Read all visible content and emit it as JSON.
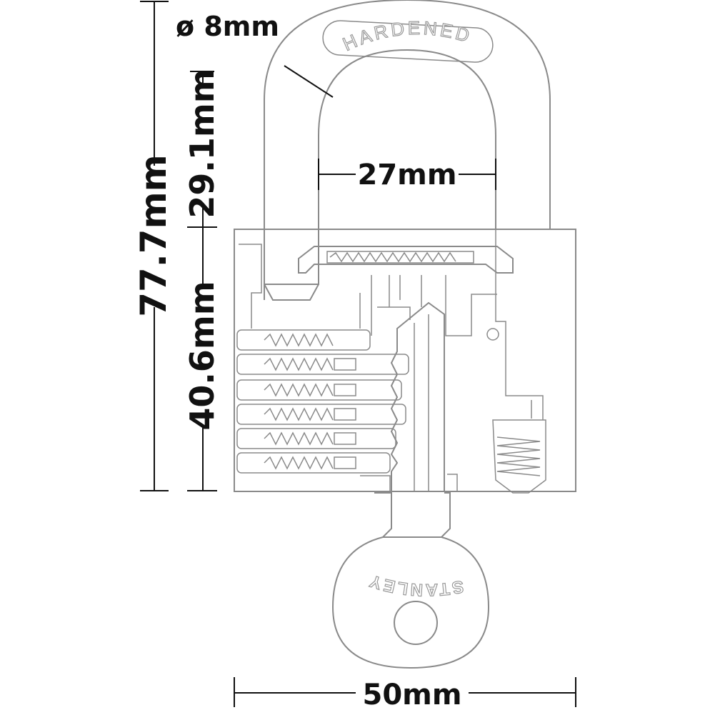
{
  "dimensions": {
    "shackle_diameter": "ø 8mm",
    "shackle_clearance": "29.1mm",
    "shackle_inner_width": "27mm",
    "overall_height": "77.7mm",
    "body_height": "40.6mm",
    "body_width": "50mm"
  },
  "shackle_marking": "HARDENED",
  "key_brand": "STANLEY",
  "colors": {
    "outline": "#8a8a8a",
    "dimension": "#111111",
    "background": "#ffffff"
  }
}
